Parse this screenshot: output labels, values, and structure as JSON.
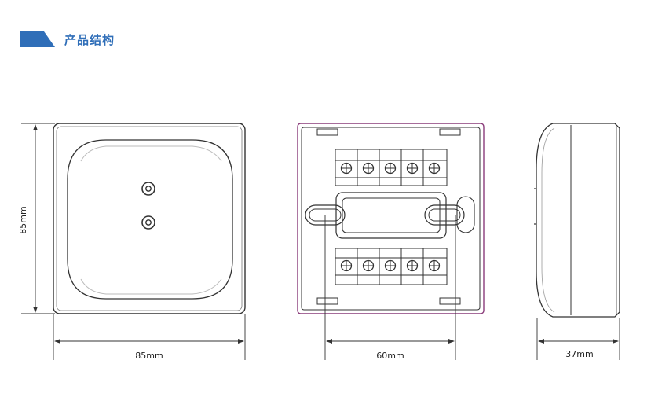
{
  "header": {
    "title": "产品结构",
    "accent_color": "#2f6eb8",
    "icon": "banner-tab-icon"
  },
  "dimensions": {
    "front_height": "85mm",
    "front_width": "85mm",
    "mount_spacing": "60mm",
    "side_depth": "37mm"
  },
  "views": [
    "front-view",
    "back-view",
    "side-view"
  ]
}
